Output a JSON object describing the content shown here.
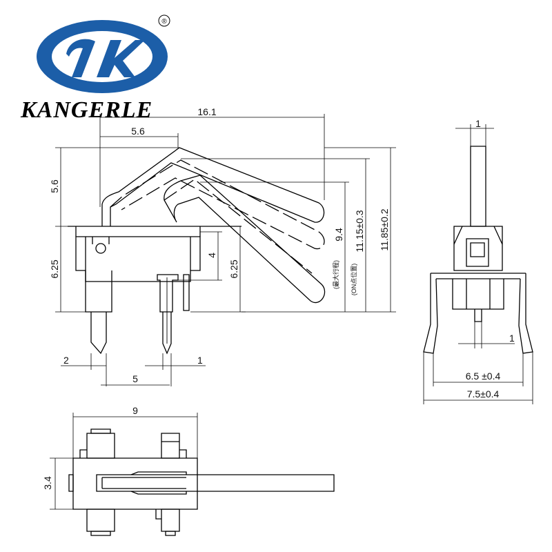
{
  "brand": {
    "name": "KANGERLE",
    "registered_mark": "®",
    "logo_color": "#1c5ea8"
  },
  "side_view": {
    "dim_total_width": "16.1",
    "dim_lever_offset": "5.6",
    "dim_lever_height": "5.6",
    "dim_body_height": "6.25",
    "dim_pin_4": "4",
    "dim_pin_625": "6.25",
    "dim_travel_94": "9.4",
    "dim_travel_note": "(最大行程)",
    "dim_on_height": "11.15±0.3",
    "dim_on_note": "(ON点位置)",
    "dim_total_height": "11.85±0.2",
    "dim_pin_width": "2",
    "dim_pin_thickness": "1",
    "dim_pin_pitch": "5"
  },
  "front_view": {
    "dim_lever_width": "1",
    "dim_pin_width": "1",
    "dim_inner": "6.5 ±0.4",
    "dim_outer": "7.5±0.4"
  },
  "top_view": {
    "dim_width": "9",
    "dim_depth": "3.4"
  }
}
